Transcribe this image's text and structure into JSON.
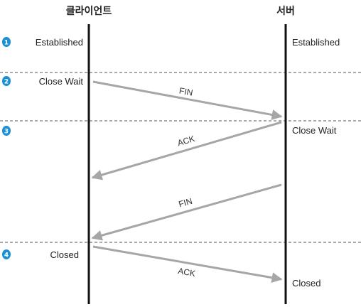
{
  "headers": {
    "client": "클라이언트",
    "server": "서버"
  },
  "steps": [
    {
      "num": "1",
      "client_state": "Established",
      "server_state": "Established"
    },
    {
      "num": "2",
      "client_state": "Close Wait",
      "server_state": ""
    },
    {
      "num": "3",
      "client_state": "",
      "server_state": "Close Wait"
    },
    {
      "num": "4",
      "client_state": "Closed",
      "server_state": "Closed"
    }
  ],
  "messages": [
    {
      "label": "FIN",
      "direction": "client-to-server"
    },
    {
      "label": "ACK",
      "direction": "server-to-client"
    },
    {
      "label": "FIN",
      "direction": "server-to-client"
    },
    {
      "label": "ACK",
      "direction": "client-to-server"
    }
  ],
  "colors": {
    "step_badge": "#1a8fd1",
    "arrow": "#a6a6a6",
    "lifeline": "#111111",
    "divider": "#555555"
  }
}
